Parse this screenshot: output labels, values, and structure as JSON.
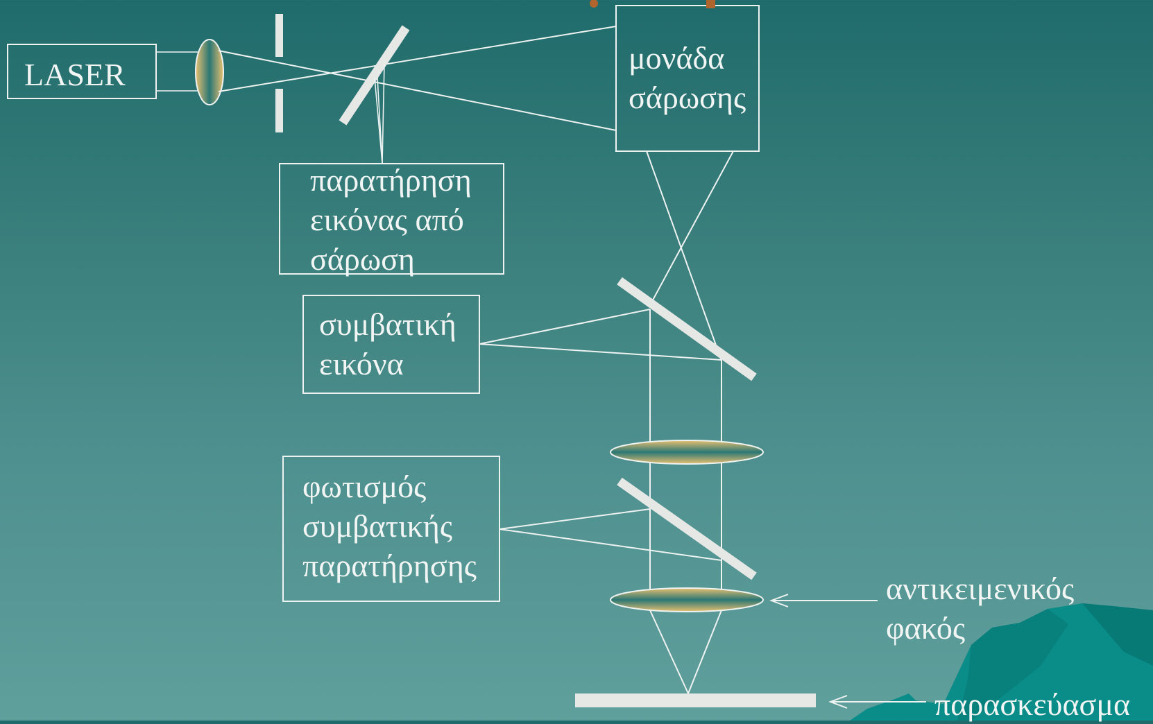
{
  "labels": {
    "laser": "LASER",
    "scan_unit": [
      "μονάδα",
      "σάρωσης"
    ],
    "scan_observation": [
      "παρατήρηση",
      "εικόνας από",
      "σάρωση"
    ],
    "conventional_image": [
      "συμβατική",
      "εικόνα"
    ],
    "conventional_illumination": [
      "φωτισμός",
      "συμβατικής",
      "παρατήρησης"
    ],
    "objective_lens": [
      "αντικειμενικός",
      "φακός"
    ],
    "specimen": "παρασκεύασμα"
  },
  "colors": {
    "background_top": "#1f6b6b",
    "background_bottom": "#5f9f9c",
    "lines": "#eef3f1",
    "lens_gold": "#e8c070",
    "lens_teal": "#2b7774",
    "mountain": "#0a8c88",
    "scan_unit_pins": "#b0652d"
  }
}
